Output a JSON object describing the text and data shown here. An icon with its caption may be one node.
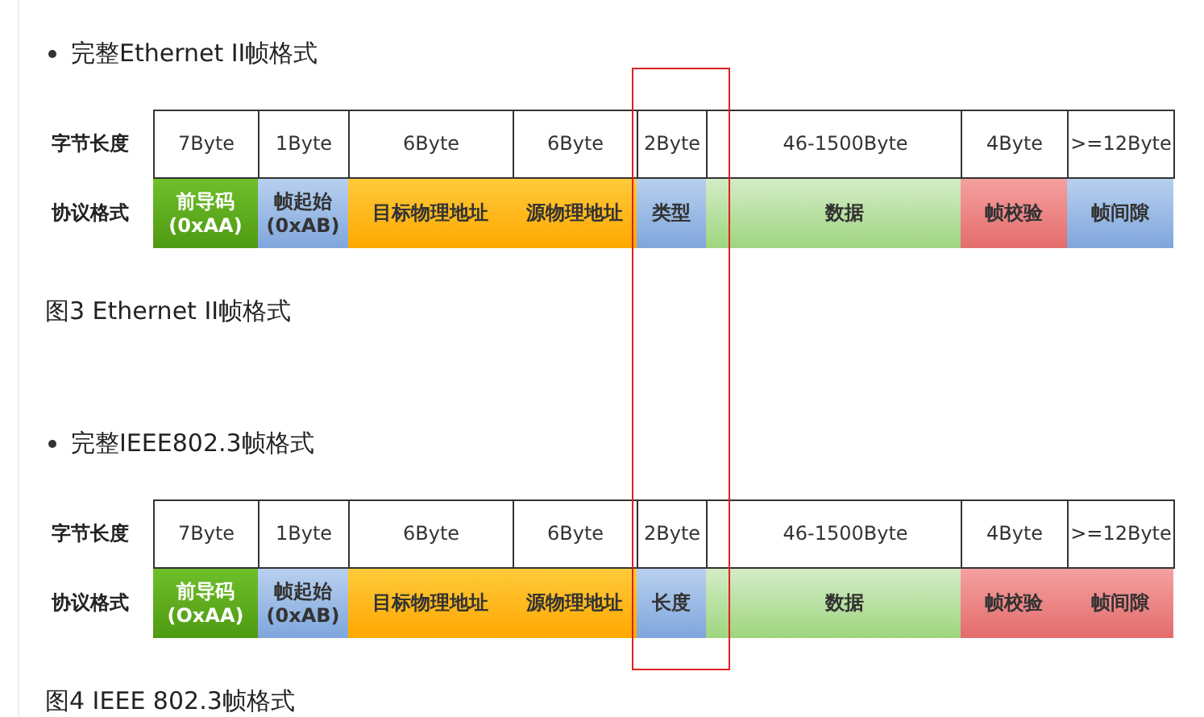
{
  "diagram": {
    "labels": [
      "完整Ethernet II帧格式",
      "字节长度",
      "7Byte",
      "1Byte",
      "6Byte",
      "6Byte",
      "2Byte",
      "46-1500Byte",
      "4Byte",
      ">=12Byte",
      "协议格式",
      "前导码 (0xAA)",
      "帧起始 (0xAB)",
      "目标物理地址",
      "源物理地址",
      "类型",
      "数据",
      "帧校验",
      "帧间隙",
      "图3 Ethernet II帧格式",
      "完整IEEE802.3帧格式",
      "字节长度",
      "7Byte",
      "1Byte",
      "6Byte",
      "6Byte",
      "2Byte",
      "46-1500Byte",
      "4Byte",
      ">=12Byte",
      "协议格式",
      "前导码 (OxAA)",
      "帧起始 (0xAB)",
      "目标物理地址",
      "源物理地址",
      "长度",
      "数据",
      "帧校验",
      "帧间隙",
      "图4 IEEE 802.3帧格式"
    ]
  }
}
